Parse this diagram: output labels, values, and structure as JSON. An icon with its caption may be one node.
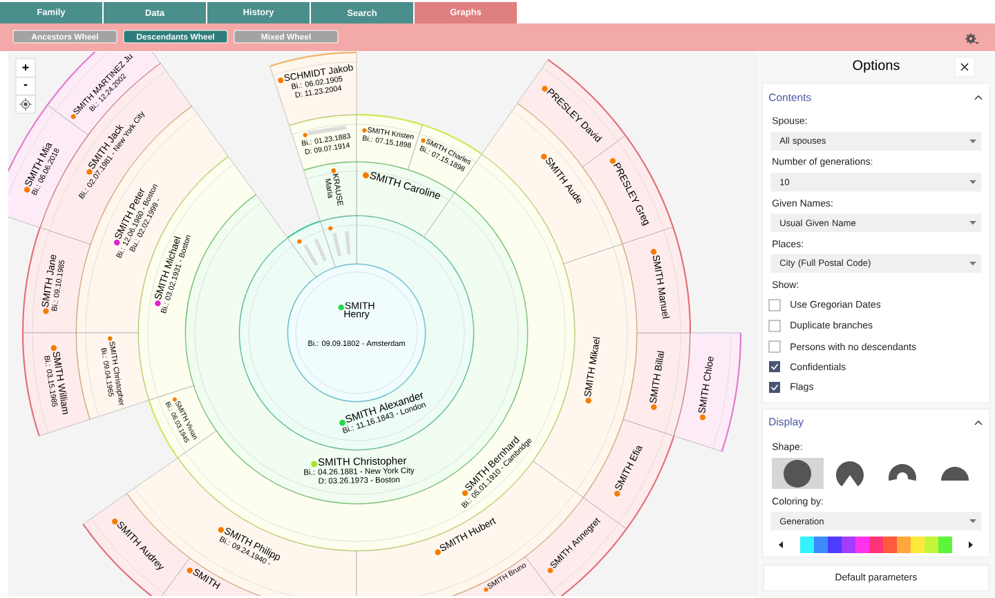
{
  "diagram": {
    "nodes": [
      {
        "text": [
          "Family"
        ]
      },
      {
        "text": [
          "Data"
        ]
      },
      {
        "text": [
          "History"
        ]
      },
      {
        "text": [
          "Search"
        ]
      },
      {
        "text": [
          "Graphs"
        ]
      },
      {
        "text": [
          "Ancestors Wheel"
        ]
      },
      {
        "text": [
          "Descendants Wheel"
        ]
      },
      {
        "text": [
          "Mixed Wheel"
        ]
      },
      {
        "text": [
          "+"
        ]
      },
      {
        "text": [
          "-"
        ]
      },
      {
        "text": [
          "SMITH Henry",
          "Bi.: 09.09.1802 - Amsterdam"
        ]
      },
      {
        "text": [
          "SMITH Alexander",
          "Bi.: 11.16.1843 - London"
        ]
      },
      {
        "text": [],
        "shape": "sector"
      },
      {
        "text": [],
        "shape": "sector"
      },
      {
        "text": [
          "SMITH Christopher",
          "Bi.: 04.26.1881 - New York City",
          "D: 03.26.1973 - Boston"
        ]
      },
      {
        "text": [
          "SMITH Caroline"
        ]
      },
      {
        "text": [
          "KRAUSE Maria"
        ]
      },
      {
        "text": [
          "SMITH Michael",
          "Bi.: 03.02.1931 - Boston"
        ]
      },
      {
        "text": [
          "SMITH Vivian",
          "Bi.: 06.03.1945"
        ]
      },
      {
        "text": [
          "SMITH Bernhard",
          "Bi.: 05.01.1910 - Cambridge"
        ]
      },
      {
        "text": [
          "Bi.: 01.23.1883",
          "D: 09.07.1914"
        ]
      },
      {
        "text": [
          "SMITH Kristen",
          "Bi.: 07.15.1898"
        ]
      },
      {
        "text": [
          "SMITH Charles",
          "Bi.: 07.15.1898"
        ]
      },
      {
        "text": [
          "SMITH Peter",
          "Bi.: 12.06.1960 - Boston",
          "Bu.: 02.02.1999 -"
        ]
      },
      {
        "text": [
          "SMITH Christopher",
          "Bi.: 09.04.1965"
        ]
      },
      {
        "text": [
          "SMITH Philipp",
          "Bi.: 09.24.1940 -"
        ]
      },
      {
        "text": [
          "SMITH Hubert"
        ]
      },
      {
        "text": [
          "SMITH Mikael"
        ]
      },
      {
        "text": [
          "SMITH Aude"
        ]
      },
      {
        "text": [
          "SCHMIDT Jakob",
          "Bi.: 06.02.1905",
          "D: 11.23.2004"
        ]
      },
      {
        "text": [
          "SMITH Jack",
          "Bi.: 02.07.1981 - New York City"
        ]
      },
      {
        "text": [
          "SMITH Jane",
          "Bi.: 09.10.1985"
        ]
      },
      {
        "text": [
          "SMITH William",
          "Bi.: 03.15.1985"
        ]
      },
      {
        "text": [
          "SMITH Audrey"
        ]
      },
      {
        "text": [
          "SMITH"
        ]
      },
      {
        "text": [
          "SMITH Bruno"
        ]
      },
      {
        "text": [
          "SMITH Annegret"
        ]
      },
      {
        "text": [
          "SMITH Efia"
        ]
      },
      {
        "text": [
          "SMITH Billal"
        ]
      },
      {
        "text": [
          "SMITH Manuel"
        ]
      },
      {
        "text": [
          "PRESLEY Greg"
        ]
      },
      {
        "text": [
          "PRESLEY David"
        ]
      },
      {
        "text": [
          "SMITH MARTINEZ Ju",
          "Bi.: 12.24.2002"
        ]
      },
      {
        "text": [
          "SMITH Mia",
          "Bi.: 06.06.2018"
        ]
      },
      {
        "text": [
          "SMITH Chloe"
        ]
      },
      {
        "text": [
          "Options"
        ]
      },
      {
        "text": [
          "Contents",
          "Spouse:",
          "Number of generations:",
          "Given Names:",
          "Places:",
          "Show:",
          "Use Gregorian Dates",
          "Duplicate branches",
          "Persons with no descendants",
          "Confidentials",
          "Flags"
        ],
        "in": 45
      },
      {
        "text": [
          "All spouses"
        ],
        "in": 46
      },
      {
        "text": [
          "10"
        ],
        "in": 46
      },
      {
        "text": [
          "Usual Given Name"
        ],
        "in": 46
      },
      {
        "text": [
          "City (Full Postal Code)"
        ],
        "in": 46
      },
      {
        "text": [
          "Display",
          "Shape:",
          "Coloring by:"
        ],
        "in": 45
      },
      {
        "text": [
          "Generation"
        ],
        "in": 51
      },
      {
        "text": [
          "Default parameters"
        ],
        "in": 45
      }
    ]
  }
}
